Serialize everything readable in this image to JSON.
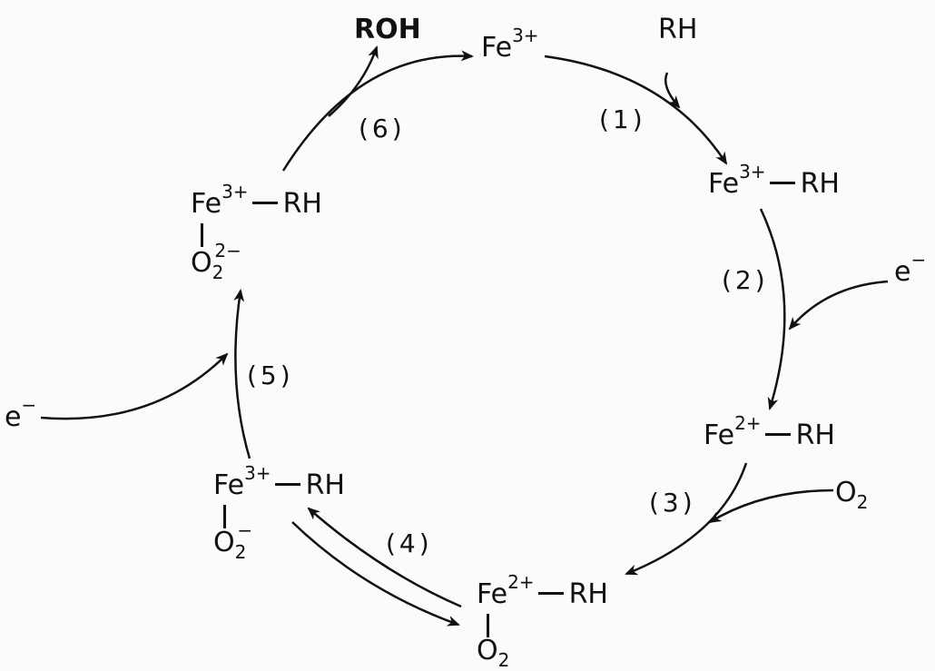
{
  "fe3": {
    "el": "Fe",
    "charge": "3+"
  },
  "rh_in": "RH",
  "roh_out": "ROH",
  "fe3_rh": {
    "el": "Fe",
    "charge": "3+",
    "bond": "RH"
  },
  "e_step2": {
    "sym": "e",
    "charge": "−"
  },
  "fe2_rh": {
    "el": "Fe",
    "charge": "2+",
    "bond": "RH"
  },
  "o2_in": {
    "sym": "O",
    "sub": "2"
  },
  "fe2_rh_o2": {
    "el": "Fe",
    "charge": "2+",
    "bond": "RH",
    "lig": "O",
    "lig_sub": "2"
  },
  "fe3_rh_o2m": {
    "el": "Fe",
    "charge": "3+",
    "bond": "RH",
    "lig": "O",
    "lig_sub": "2",
    "lig_charge": "−"
  },
  "e_step5": {
    "sym": "e",
    "charge": "−"
  },
  "fe3_rh_o22m": {
    "el": "Fe",
    "charge": "3+",
    "bond": "RH",
    "lig": "O",
    "lig_sub": "2",
    "lig_charge": "2−"
  },
  "steps": [
    "(1)",
    "(2)",
    "(3)",
    "(4)",
    "(5)",
    "(6)"
  ]
}
